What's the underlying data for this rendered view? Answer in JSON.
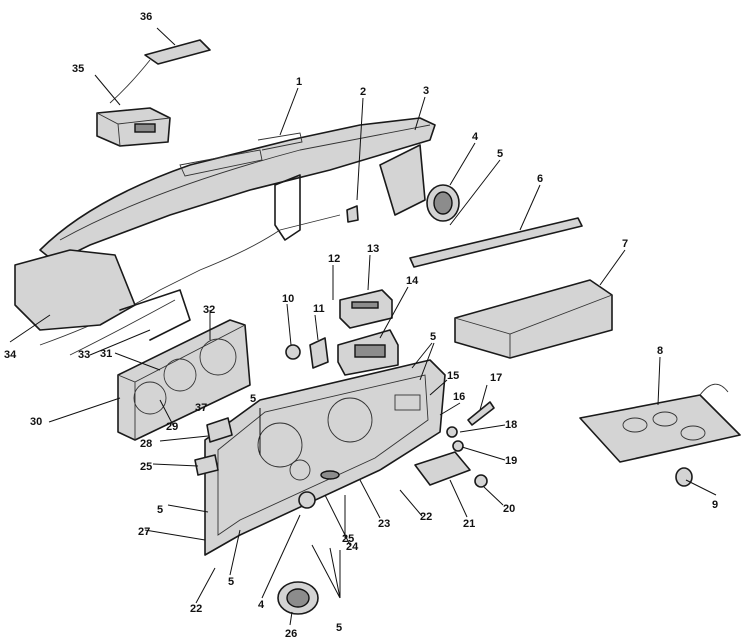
{
  "callouts": [
    "1",
    "2",
    "3",
    "4",
    "5",
    "6",
    "7",
    "8",
    "9",
    "10",
    "11",
    "12",
    "13",
    "14",
    "5",
    "15",
    "16",
    "17",
    "18",
    "19",
    "20",
    "21",
    "22",
    "23",
    "24",
    "25",
    "5",
    "26",
    "4",
    "5",
    "22",
    "27",
    "5",
    "25",
    "28",
    "29",
    "30",
    "31",
    "32",
    "33",
    "34",
    "35",
    "36",
    "37",
    "5"
  ]
}
